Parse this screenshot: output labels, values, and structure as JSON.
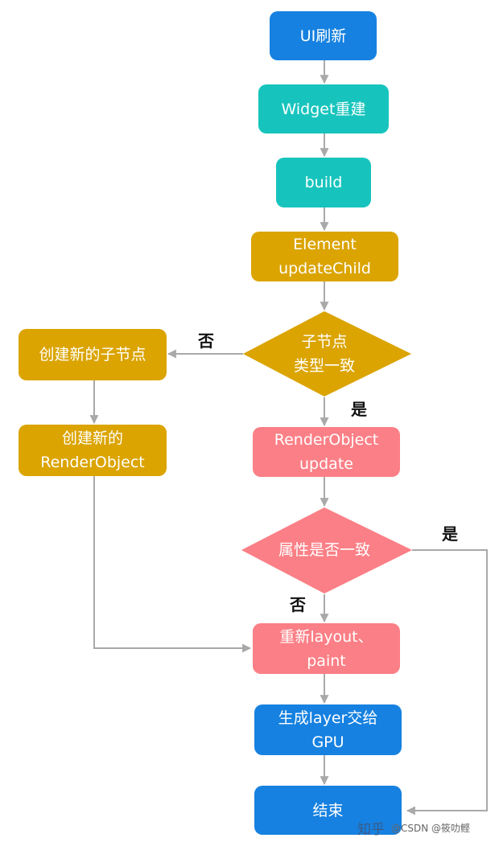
{
  "nodes": {
    "ui_refresh": "UI刷新",
    "widget_rebuild": "Widget重建",
    "build": "build",
    "element_update": [
      "Element",
      "updateChild"
    ],
    "child_type_same": [
      "子节点",
      "类型一致"
    ],
    "create_child": "创建新的子节点",
    "create_render_object": [
      "创建新的",
      "RenderObject"
    ],
    "render_object_update": [
      "RenderObject",
      "update"
    ],
    "attr_same": "属性是否一致",
    "relayout": [
      "重新layout、",
      "paint"
    ],
    "gen_layer": [
      "生成layer交给",
      "GPU"
    ],
    "end": "结束"
  },
  "edges": {
    "no_type": "否",
    "yes_type": "是",
    "no_attr": "否",
    "yes_attr": "是"
  },
  "colors": {
    "blue": "#1681e0",
    "teal": "#17c4bd",
    "gold": "#dba400",
    "pink": "#fb7f86",
    "arrow": "#a9a9a9"
  },
  "watermark": {
    "zhihu": "知乎",
    "csdn": "@CSDN @筱叻鲣"
  }
}
